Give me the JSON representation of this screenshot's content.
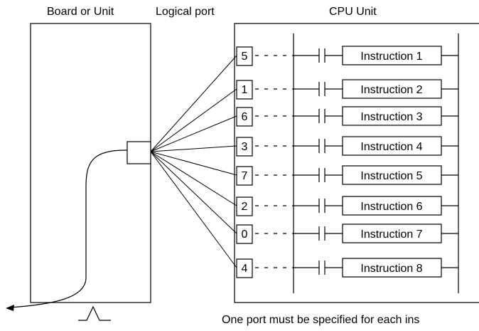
{
  "labels": {
    "board": "Board or Unit",
    "logical_port": "Logical port",
    "cpu_unit": "CPU Unit",
    "footnote": "One port must be specified for each ins"
  },
  "ports": [
    "5",
    "1",
    "6",
    "3",
    "7",
    "2",
    "0",
    "4"
  ],
  "instructions": [
    "Instruction 1",
    "Instruction 2",
    "Instruction 3",
    "Instruction 4",
    "Instruction 5",
    "Instruction 6",
    "Instruction 7",
    "Instruction 8"
  ]
}
